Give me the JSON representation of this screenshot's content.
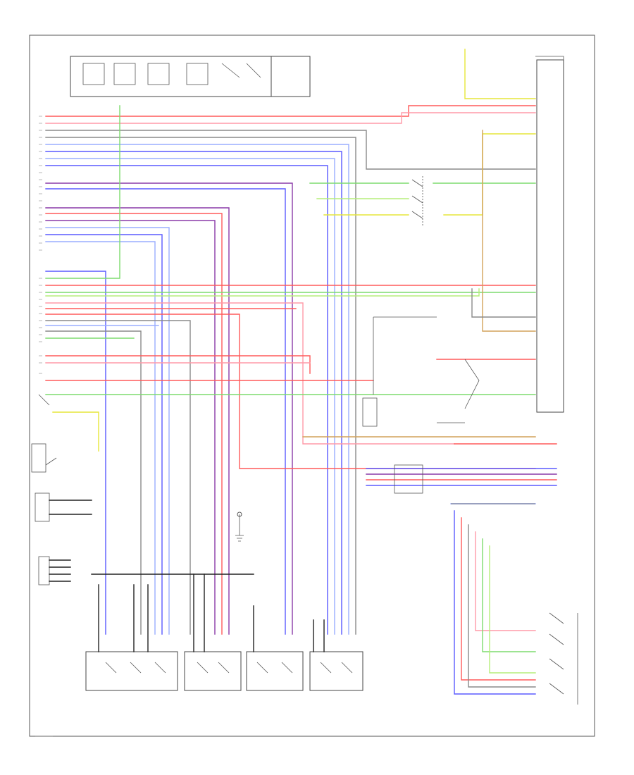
{
  "diagram": {
    "page_ref": "",
    "footer_ref": ""
  },
  "colors": {
    "red": "#ff5a5a",
    "pink": "#ff9aa8",
    "green": "#7ddc6e",
    "light_green": "#b6ee7a",
    "yellow": "#e6e63a",
    "blue": "#5a5aff",
    "light_blue": "#9aaeff",
    "purple": "#8a3aa8",
    "gray": "#8a8a8a",
    "black": "#222222",
    "tan": "#d2a25a",
    "orange": "#f0b070"
  },
  "components": [
    {
      "id": "fuse-box",
      "icon": "fuse-block"
    },
    {
      "id": "power-seat-motor-block",
      "icon": "motor-block"
    },
    {
      "id": "recline-switch",
      "icon": "switch"
    },
    {
      "id": "lumbar-switch",
      "icon": "switch"
    },
    {
      "id": "control-module",
      "icon": "connector-strip"
    },
    {
      "id": "memory-switch",
      "icon": "switch-array"
    },
    {
      "id": "ground-g1",
      "icon": "ground"
    },
    {
      "id": "ground-g2",
      "icon": "ground"
    }
  ]
}
